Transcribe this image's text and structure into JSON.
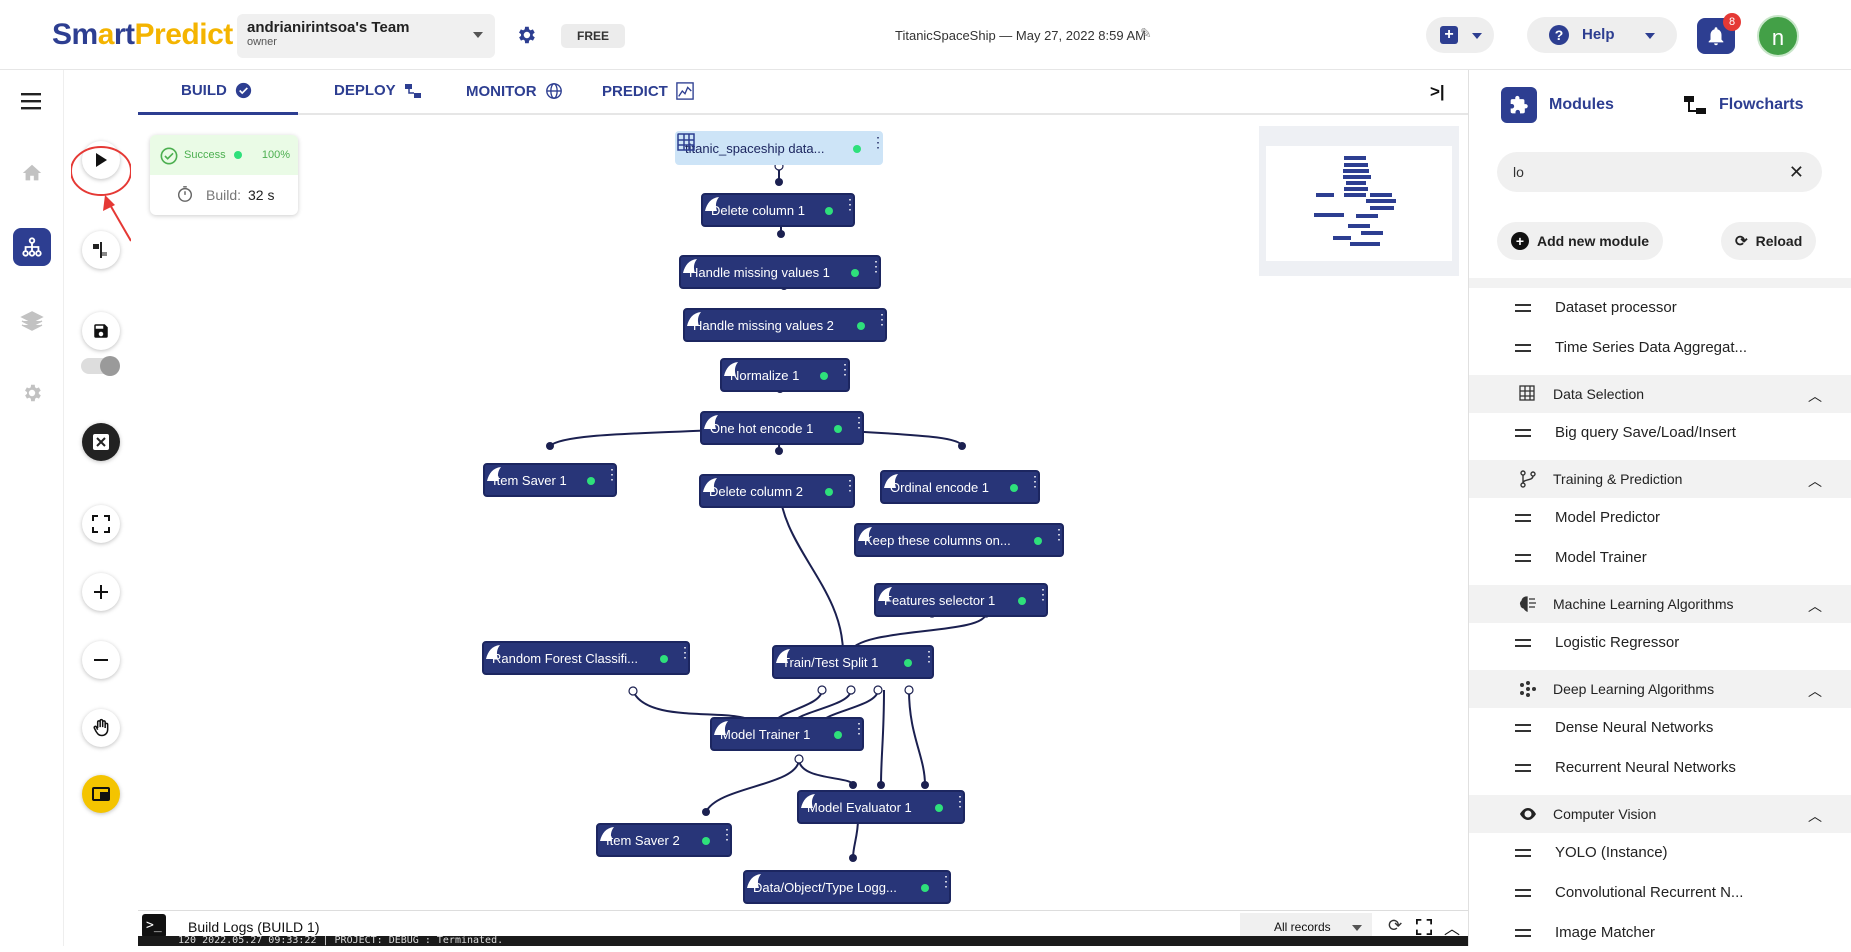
{
  "header": {
    "logo_a": "Sm",
    "logo_b": "rt",
    "logo_c": "Predict",
    "team_name": "andrianirintsoa's Team",
    "team_role": "owner",
    "plan": "FREE",
    "project_title": "TitanicSpaceShip — May 27, 2022 8:59 AM",
    "help_label": "Help",
    "notification_count": "8",
    "avatar_initial": "n"
  },
  "tabs": [
    {
      "label": "BUILD"
    },
    {
      "label": "DEPLOY"
    },
    {
      "label": "MONITOR"
    },
    {
      "label": "PREDICT"
    }
  ],
  "build_status": {
    "status": "Success",
    "percent": "100%",
    "build_label": "Build:",
    "build_time": "32 s"
  },
  "flow": {
    "nodes": [
      {
        "label": "titanic_spaceship data..."
      },
      {
        "label": "Delete column 1"
      },
      {
        "label": "Handle missing values 1"
      },
      {
        "label": "Handle missing values 2"
      },
      {
        "label": "Normalize 1"
      },
      {
        "label": "One hot encode 1"
      },
      {
        "label": "Item Saver 1"
      },
      {
        "label": "Delete column 2"
      },
      {
        "label": "Ordinal encode 1"
      },
      {
        "label": "Keep these columns on..."
      },
      {
        "label": "Features selector 1"
      },
      {
        "label": "Random Forest Classifi..."
      },
      {
        "label": "Train/Test Split 1"
      },
      {
        "label": "Model Trainer 1"
      },
      {
        "label": "Model Evaluator 1"
      },
      {
        "label": "Item Saver 2"
      },
      {
        "label": "Data/Object/Type Logg..."
      }
    ]
  },
  "logs": {
    "title": "Build Logs (BUILD 1)",
    "filter": "All records",
    "line": "120   2022.05.27 09:33:22 | PROJECT: DEBUG : Terminated."
  },
  "right_panel": {
    "tab_modules": "Modules",
    "tab_flowcharts": "Flowcharts",
    "search_value": "lo",
    "add_module": "Add new module",
    "reload": "Reload",
    "entries": [
      {
        "kind": "item",
        "label": "Dataset processor"
      },
      {
        "kind": "item",
        "label": "Time Series Data Aggregat..."
      },
      {
        "kind": "cat",
        "label": "Data Selection",
        "icon": "table-select-icon"
      },
      {
        "kind": "item",
        "label": "Big query Save/Load/Insert"
      },
      {
        "kind": "cat",
        "label": "Training & Prediction",
        "icon": "branch-icon"
      },
      {
        "kind": "item",
        "label": "Model Predictor"
      },
      {
        "kind": "item",
        "label": "Model Trainer"
      },
      {
        "kind": "cat",
        "label": "Machine Learning Algorithms",
        "icon": "brain-icon"
      },
      {
        "kind": "item",
        "label": "Logistic Regressor"
      },
      {
        "kind": "cat",
        "label": "Deep Learning Algorithms",
        "icon": "network-icon"
      },
      {
        "kind": "item",
        "label": "Dense Neural Networks"
      },
      {
        "kind": "item",
        "label": "Recurrent Neural Networks"
      },
      {
        "kind": "cat",
        "label": "Computer Vision",
        "icon": "eye-icon"
      },
      {
        "kind": "item",
        "label": "YOLO (Instance)"
      },
      {
        "kind": "item",
        "label": "Convolutional Recurrent N..."
      },
      {
        "kind": "item",
        "label": "Image Matcher"
      }
    ]
  },
  "colors": {
    "brand": "#2d3e91",
    "accent": "#f4b400",
    "node": "#283578",
    "status_ok": "#2ee07b"
  }
}
